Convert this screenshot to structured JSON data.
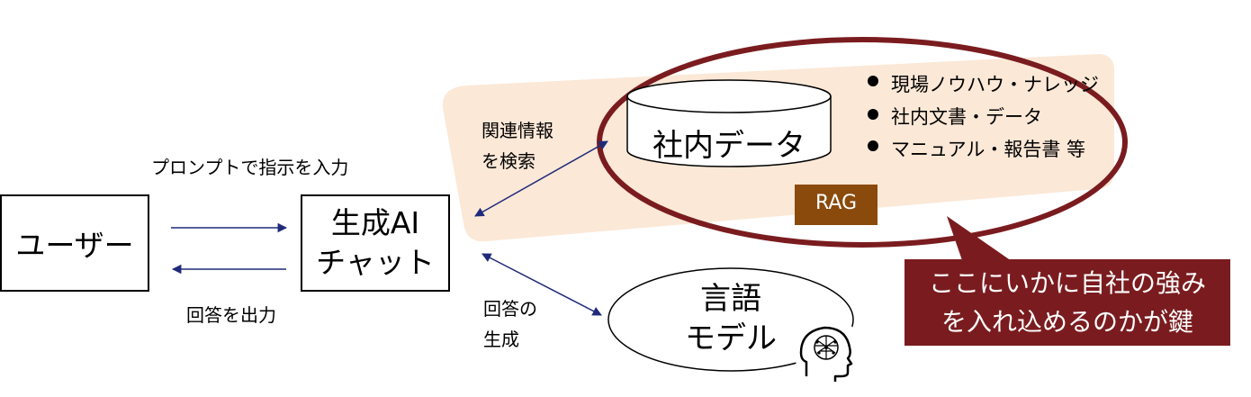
{
  "user_box": {
    "label": "ユーザー"
  },
  "chat_box": {
    "line1": "生成AI",
    "line2": "チャット"
  },
  "prompt_label": "プロンプトで指示を入力",
  "answer_output_label": "回答を出力",
  "search_label": {
    "line1": "関連情報",
    "line2": "を検索"
  },
  "generate_label": {
    "line1": "回答の",
    "line2": "生成"
  },
  "company_data": {
    "label": "社内データ"
  },
  "data_items": [
    "現場ノウハウ・ナレッジ",
    "社内文書・データ",
    "マニュアル・報告書 等"
  ],
  "rag_badge": "RAG",
  "language_model": {
    "line1": "言語",
    "line2": "モデル"
  },
  "callout": {
    "line1": "ここにいかに自社の強み",
    "line2": "を入れ込めるのかが鍵"
  },
  "colors": {
    "highlight_fill": "#fbe8d7",
    "ellipse_stroke": "#7a1c1f",
    "callout_fill": "#7a1c1f",
    "rag_fill": "#8a4a0c",
    "arrow": "#1f2a7a"
  }
}
